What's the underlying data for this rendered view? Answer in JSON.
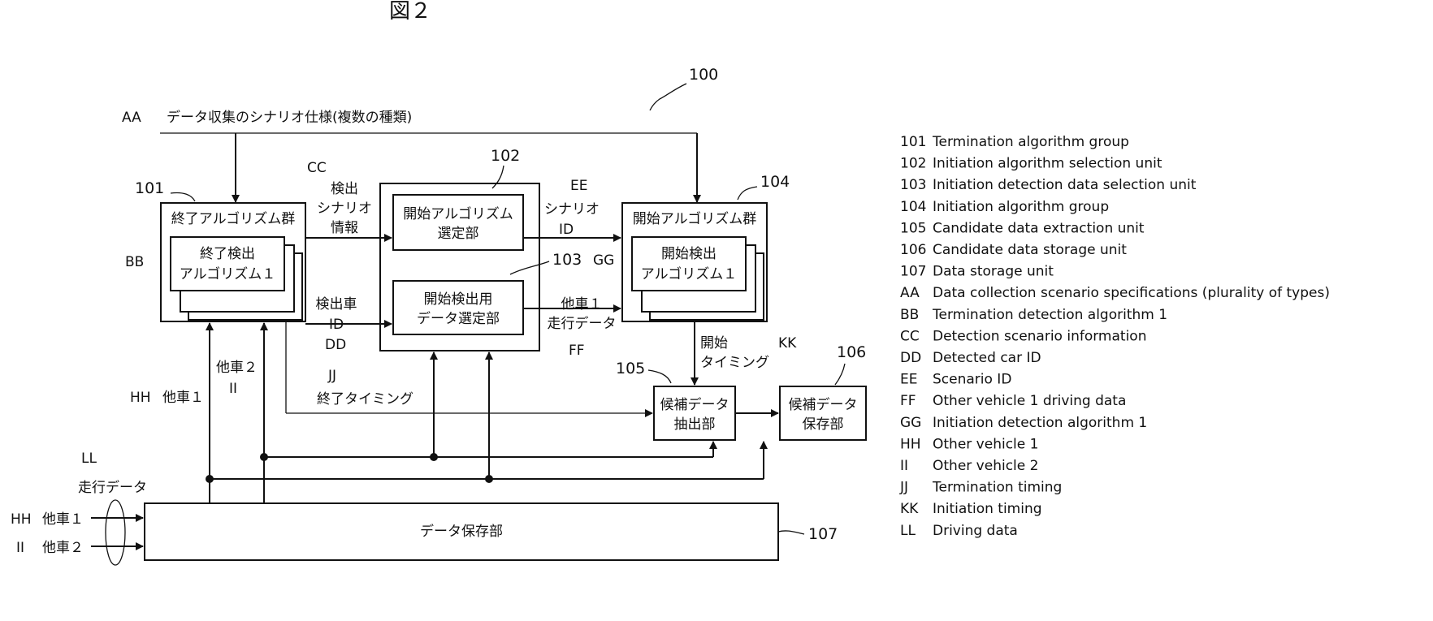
{
  "figure_label": "図２",
  "ref_100": "100",
  "spec_line": {
    "tag": "AA",
    "text": "データ収集のシナリオ仕様(複数の種類)"
  },
  "blocks": {
    "b101": {
      "ref": "101",
      "title": "終了アルゴリズム群",
      "inner": [
        "終了検出",
        "アルゴリズム１"
      ],
      "tag": "BB"
    },
    "b102": {
      "ref": "102",
      "lines": [
        "開始アルゴリズム",
        "選定部"
      ]
    },
    "b103": {
      "ref": "103",
      "lines": [
        "開始検出用",
        "データ選定部"
      ]
    },
    "b104": {
      "ref": "104",
      "title": "開始アルゴリズム群",
      "inner": [
        "開始検出",
        "アルゴリズム１"
      ],
      "tag": "GG"
    },
    "b105": {
      "ref": "105",
      "lines": [
        "候補データ",
        "抽出部"
      ]
    },
    "b106": {
      "ref": "106",
      "lines": [
        "候補データ",
        "保存部"
      ]
    },
    "b107": {
      "ref": "107",
      "text": "データ保存部"
    }
  },
  "labels": {
    "cc_tag": "CC",
    "cc_text": [
      "検出",
      "シナリオ",
      "情報"
    ],
    "dd_text": [
      "検出車",
      "ID"
    ],
    "dd_tag": "DD",
    "ee_tag": "EE",
    "ee_text": [
      "シナリオ",
      "ID"
    ],
    "ff_text": [
      "他車１",
      "走行データ"
    ],
    "ff_tag": "FF",
    "kk_text": [
      "開始",
      "タイミング"
    ],
    "kk_tag": "KK",
    "jj_tag": "JJ",
    "jj_text": "終了タイミング",
    "hh_tag": "HH",
    "hh_text": "他車１",
    "ii_text": "他車２",
    "ii_tag": "II",
    "ll_tag": "LL",
    "ll_text": "走行データ",
    "in_hh_tag": "HH",
    "in_hh_text": "他車１",
    "in_ii_tag": "II",
    "in_ii_text": "他車２"
  },
  "legend": [
    {
      "key": "101",
      "text": "Termination algorithm group"
    },
    {
      "key": "102",
      "text": "Initiation algorithm selection unit"
    },
    {
      "key": "103",
      "text": "Initiation detection data selection unit"
    },
    {
      "key": "104",
      "text": "Initiation algorithm group"
    },
    {
      "key": "105",
      "text": "Candidate data extraction unit"
    },
    {
      "key": "106",
      "text": "Candidate data storage unit"
    },
    {
      "key": "107",
      "text": "Data storage unit"
    },
    {
      "key": "AA",
      "text": "Data collection scenario specifications (plurality of types)"
    },
    {
      "key": "BB",
      "text": "Termination detection algorithm 1"
    },
    {
      "key": "CC",
      "text": "Detection scenario information"
    },
    {
      "key": "DD",
      "text": "Detected car ID"
    },
    {
      "key": "EE",
      "text": "Scenario ID"
    },
    {
      "key": "FF",
      "text": "Other vehicle 1 driving data"
    },
    {
      "key": "GG",
      "text": "Initiation detection algorithm 1"
    },
    {
      "key": "HH",
      "text": "Other vehicle 1"
    },
    {
      "key": "II",
      "text": "Other vehicle 2"
    },
    {
      "key": "JJ",
      "text": "Termination timing"
    },
    {
      "key": "KK",
      "text": "Initiation timing"
    },
    {
      "key": "LL",
      "text": "Driving data"
    }
  ]
}
